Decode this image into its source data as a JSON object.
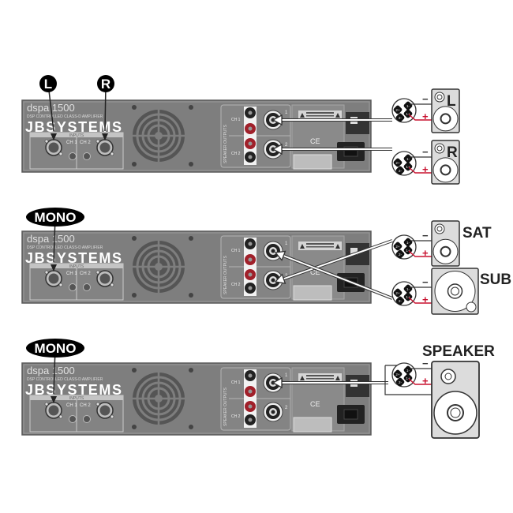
{
  "amplifier": {
    "model": "dspa 1500",
    "subtitle": "DSP CONTROLLED CLASS-D AMPLIFIER",
    "brand": "JBSYSTEMS",
    "inputs_label": "INPUTS",
    "ch1_label": "CH 1",
    "ch2_label": "CH 2",
    "outputs_label": "SPEAKER OUTPUTS",
    "out_ch1": "CH 1",
    "out_ch2": "CH 2",
    "out_num1": "1",
    "out_num2": "2",
    "ce_mark": "CE"
  },
  "connector_pins": [
    "1-",
    "1+",
    "2+",
    "2-"
  ],
  "polarity": {
    "plus": "+",
    "minus": "−"
  },
  "diagrams": [
    {
      "input_labels": [
        "L",
        "R"
      ],
      "speakers": [
        "L",
        "R"
      ]
    },
    {
      "input_labels": [
        "MONO"
      ],
      "speakers": [
        "SAT",
        "SUB"
      ]
    },
    {
      "input_labels": [
        "MONO"
      ],
      "speakers": [
        "SPEAKER"
      ]
    }
  ],
  "colors": {
    "panel": "#808080",
    "label_bg": "#000000",
    "wire_plus": "#c8102e",
    "speaker_fill": "#d9d9d9",
    "red_post": "#a0202a"
  }
}
